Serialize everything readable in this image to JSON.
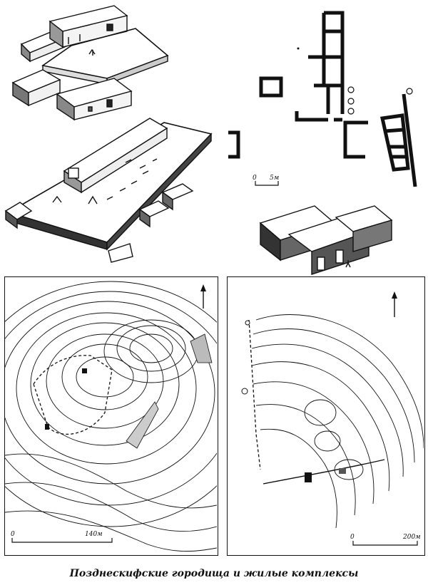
{
  "caption": "Позднескифские городища и жилые комплексы",
  "plan_scale": {
    "zero": "0",
    "label": "5м"
  },
  "map_left_scale": {
    "zero": "0",
    "label": "140м"
  },
  "map_right_scale": {
    "zero": "0",
    "label": "200м"
  }
}
